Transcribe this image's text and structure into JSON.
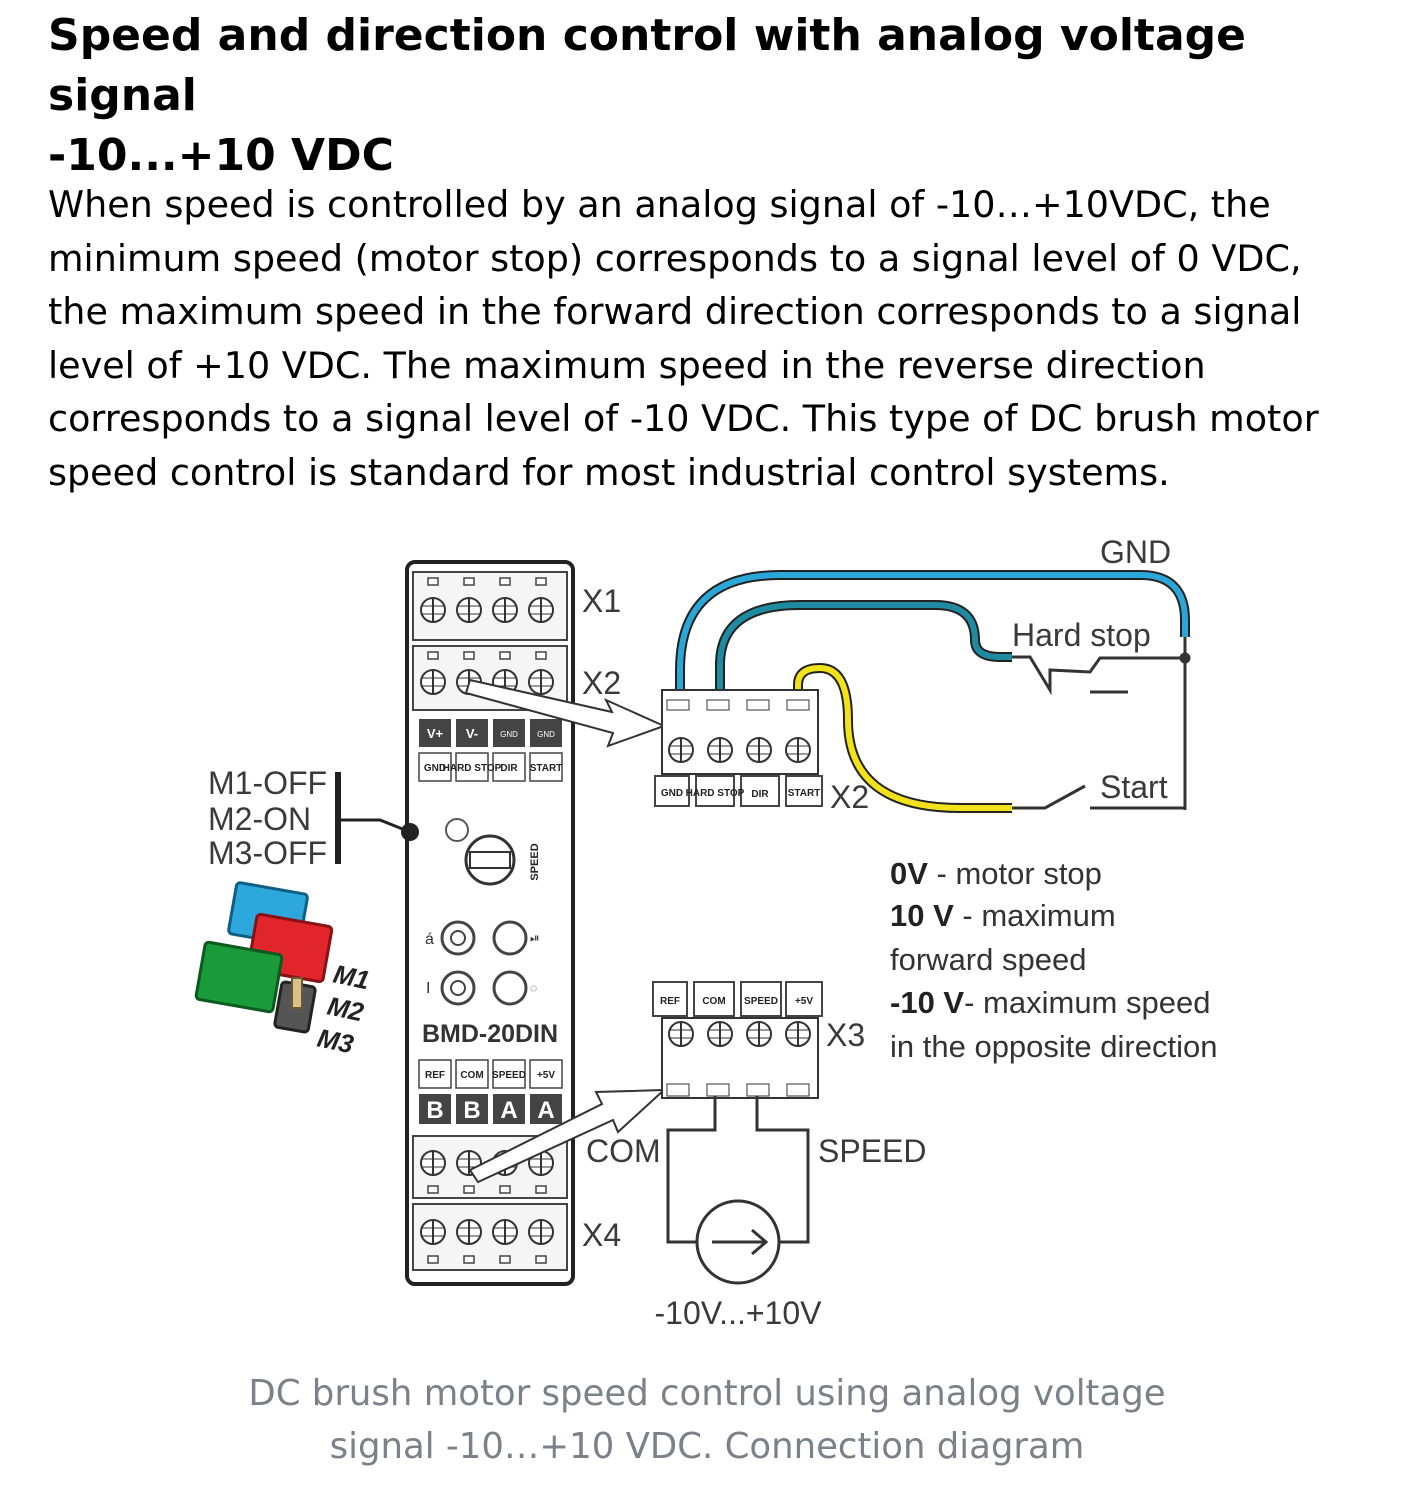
{
  "heading": {
    "line1": "Speed and direction control with analog voltage signal",
    "line2": "-10...+10 VDC"
  },
  "paragraph": [
    "When speed is controlled by an analog signal of -10…+10VDC, the",
    "minimum speed (motor stop) corresponds to a signal level of 0 VDC,",
    "the maximum speed in the forward direction corresponds to a signal",
    "level of +10 VDC. The maximum speed in the reverse direction",
    "corresponds to a signal level of -10 VDC. This type of DC brush motor",
    "speed control is standard for most industrial control systems."
  ],
  "diagram": {
    "device_model": "BMD-20DIN",
    "connectors": {
      "x1": "X1",
      "x2": "X2",
      "x3": "X3",
      "x4": "X4"
    },
    "x2_terminal_labels": [
      "GND",
      "HARD STOP",
      "DIR",
      "START"
    ],
    "x3_terminal_labels": [
      "REF",
      "COM",
      "SPEED",
      "+5V"
    ],
    "device_top_labels": [
      "V+",
      "V-",
      "GND",
      "GND"
    ],
    "device_mid_labels": [
      "GND",
      "HARD STOP",
      "DIR",
      "START"
    ],
    "device_x3_labels": [
      "REF",
      "COM",
      "SPEED",
      "+5V"
    ],
    "device_motor_labels": [
      "B",
      "B",
      "A",
      "A"
    ],
    "speed_knob_label": "SPEED",
    "jumper_settings": [
      "M1-OFF",
      "M2-ON",
      "M3-OFF"
    ],
    "jumper_names": [
      "M1",
      "M2",
      "M3"
    ],
    "wire_labels": {
      "gnd": "GND",
      "hard_stop": "Hard stop",
      "start": "Start",
      "com": "COM",
      "speed": "SPEED",
      "voltage_source": "-10V...+10V"
    },
    "notes": [
      {
        "bold": "0V",
        "text": " - motor stop"
      },
      {
        "bold": "10 V",
        "text": " - maximum"
      },
      {
        "bold": "",
        "text": "forward speed"
      },
      {
        "bold": "-10 V",
        "text": "- maximum speed"
      },
      {
        "bold": "",
        "text": "in the opposite direction"
      }
    ],
    "colors": {
      "gnd_wire": "#2aa6d8",
      "hard_stop_wire": "#1f8ba0",
      "start_wire": "#f2e21a",
      "jumper_blue": "#2ea7dd",
      "jumper_red": "#e0262b",
      "jumper_green": "#1a9b3a",
      "jumper_gray": "#555555"
    }
  },
  "caption": {
    "line1": "DC brush motor speed control using analog voltage",
    "line2": "signal -10…+10 VDC. Connection diagram"
  }
}
